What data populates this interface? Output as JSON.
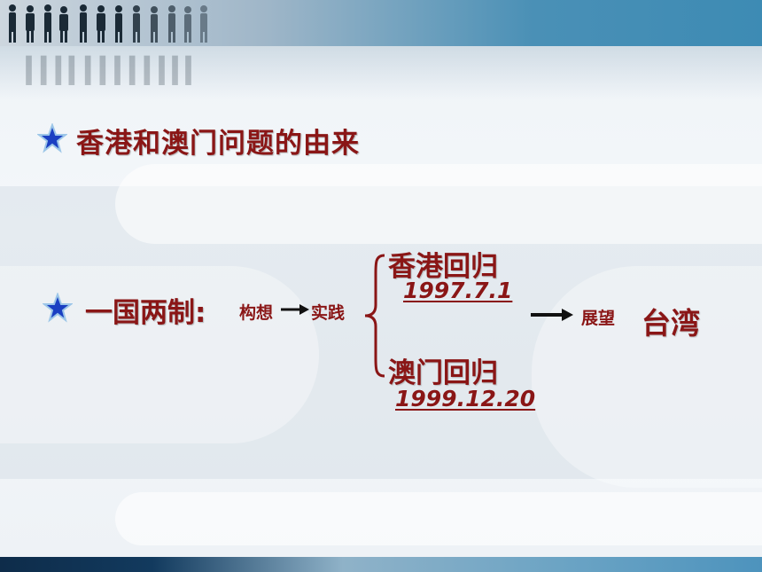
{
  "slide": {
    "title": "香港和澳门问题的由来",
    "policy_label": "一国两制:",
    "concept": "构想",
    "practice": "实践",
    "hk_return": "香港回归",
    "hk_date": "1997.7.1",
    "macau_return": "澳门回归",
    "macau_date": "1999.12.20",
    "outlook": "展望",
    "taiwan": "台湾"
  },
  "colors": {
    "text": "#8a1616",
    "star": "#1a3fc2"
  },
  "icons": [
    "star-icon",
    "arrow-right-icon",
    "brace-icon"
  ]
}
